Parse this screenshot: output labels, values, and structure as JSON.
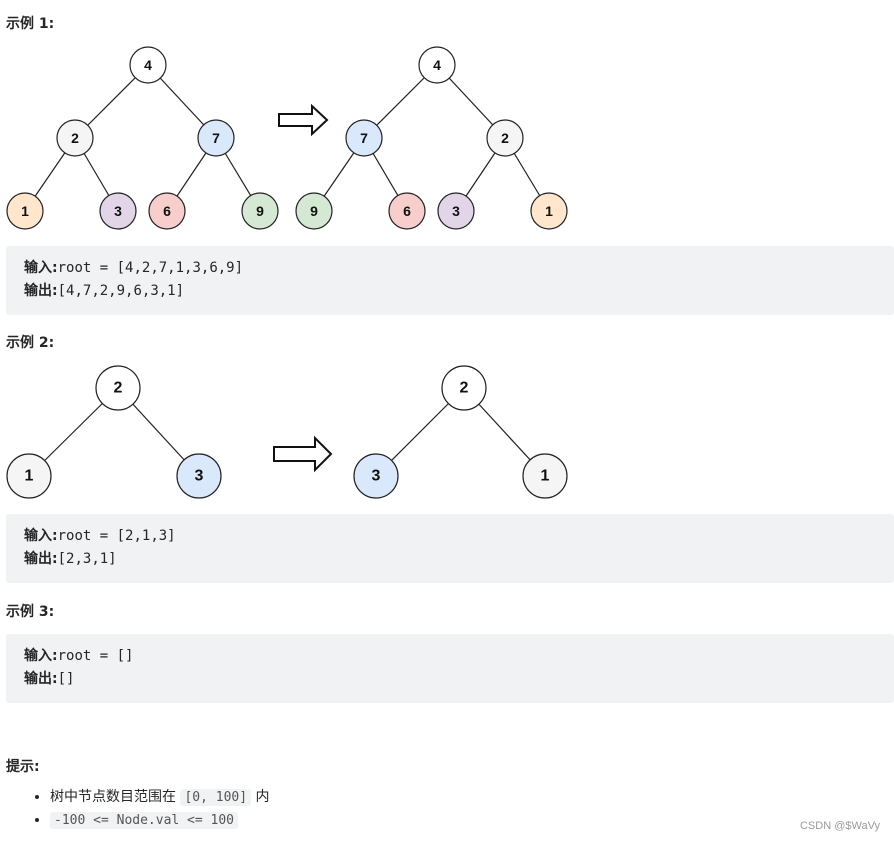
{
  "examples": [
    {
      "heading": "示例 1:",
      "input_label": "输入:",
      "input_value": "root = [4,2,7,1,3,6,9]",
      "output_label": "输出:",
      "output_value": "[4,7,2,9,6,3,1]",
      "trees": [
        {
          "nodes": [
            {
              "value": "4",
              "color": "#ffffff"
            },
            {
              "value": "2",
              "color": "#f5f5f5"
            },
            {
              "value": "7",
              "color": "#dae8fc"
            },
            {
              "value": "1",
              "color": "#ffe6cc"
            },
            {
              "value": "3",
              "color": "#e1d5e7"
            },
            {
              "value": "6",
              "color": "#f8cecc"
            },
            {
              "value": "9",
              "color": "#d5e8d4"
            }
          ]
        },
        {
          "nodes": [
            {
              "value": "4",
              "color": "#ffffff"
            },
            {
              "value": "7",
              "color": "#dae8fc"
            },
            {
              "value": "2",
              "color": "#f5f5f5"
            },
            {
              "value": "9",
              "color": "#d5e8d4"
            },
            {
              "value": "6",
              "color": "#f8cecc"
            },
            {
              "value": "3",
              "color": "#e1d5e7"
            },
            {
              "value": "1",
              "color": "#ffe6cc"
            }
          ]
        }
      ]
    },
    {
      "heading": "示例 2:",
      "input_label": "输入:",
      "input_value": "root = [2,1,3]",
      "output_label": "输出:",
      "output_value": "[2,3,1]",
      "trees": [
        {
          "nodes": [
            {
              "value": "2",
              "color": "#ffffff"
            },
            {
              "value": "1",
              "color": "#f5f5f5"
            },
            {
              "value": "3",
              "color": "#dae8fc"
            }
          ]
        },
        {
          "nodes": [
            {
              "value": "2",
              "color": "#ffffff"
            },
            {
              "value": "3",
              "color": "#dae8fc"
            },
            {
              "value": "1",
              "color": "#f5f5f5"
            }
          ]
        }
      ]
    },
    {
      "heading": "示例 3:",
      "input_label": "输入:",
      "input_value": "root = []",
      "output_label": "输出:",
      "output_value": "[]"
    }
  ],
  "hints": {
    "heading": "提示:",
    "item1_prefix": "树中节点数目范围在 ",
    "item1_code": "[0, 100]",
    "item1_suffix": " 内",
    "item2_code": "-100 <= Node.val <= 100"
  },
  "watermark": "CSDN @$WaVy"
}
